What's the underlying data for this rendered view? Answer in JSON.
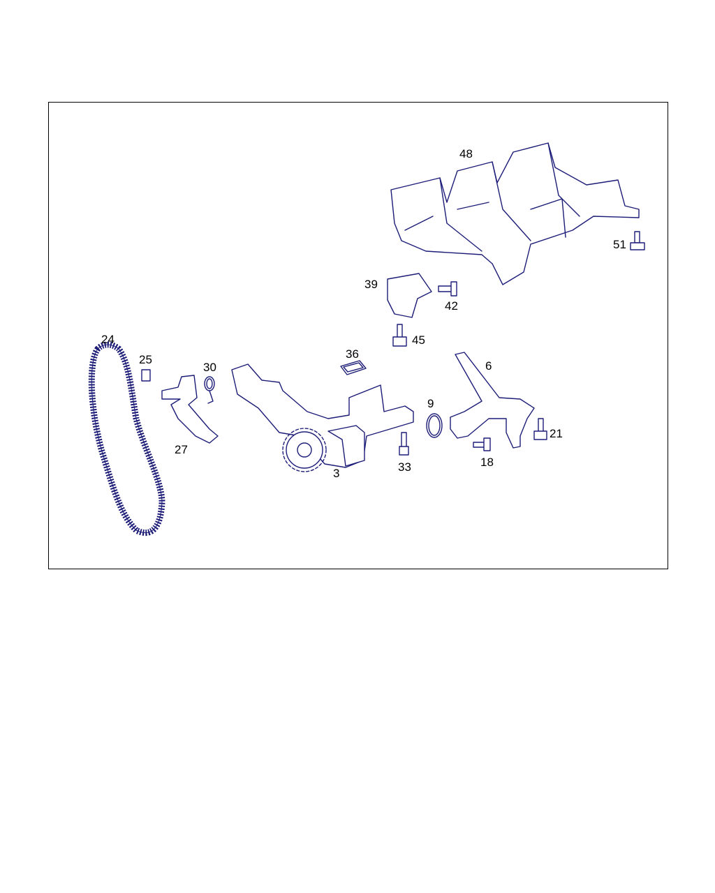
{
  "diagram": {
    "line_color": "#1c1c78",
    "callouts": [
      {
        "id": "48",
        "part": "oil-pan-baffle"
      },
      {
        "id": "51",
        "part": "bolt"
      },
      {
        "id": "39",
        "part": "bracket"
      },
      {
        "id": "42",
        "part": "bolt"
      },
      {
        "id": "45",
        "part": "bolt"
      },
      {
        "id": "24",
        "part": "chain"
      },
      {
        "id": "25",
        "part": "chain-link"
      },
      {
        "id": "30",
        "part": "spring"
      },
      {
        "id": "36",
        "part": "gasket"
      },
      {
        "id": "6",
        "part": "suction-pipe"
      },
      {
        "id": "9",
        "part": "o-ring"
      },
      {
        "id": "21",
        "part": "bolt"
      },
      {
        "id": "27",
        "part": "tensioner"
      },
      {
        "id": "33",
        "part": "bolt"
      },
      {
        "id": "18",
        "part": "bolt"
      },
      {
        "id": "3",
        "part": "oil-pump"
      }
    ]
  }
}
